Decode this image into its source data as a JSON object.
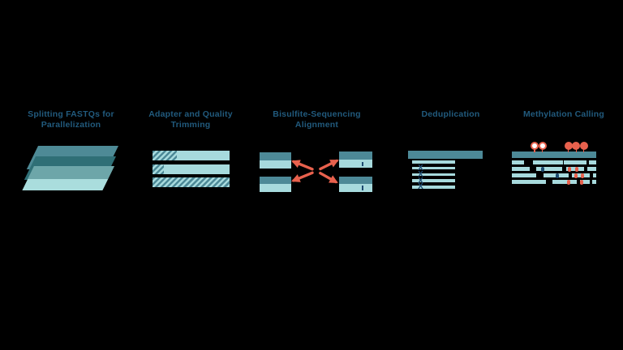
{
  "background_color": "#000000",
  "palette": {
    "title_blue": "#215a7d",
    "dark_teal": "#4d8997",
    "light_teal": "#a7dadd",
    "overlap_teal": "#2f6f76",
    "pale_teal": "#aadddd",
    "accent_red": "#e8614d",
    "navy": "#1d4a70"
  },
  "stages": [
    {
      "lines": [
        "Splitting FASTQs for",
        "Parallelization"
      ]
    },
    {
      "lines": [
        "Adapter and Quality",
        "Trimming"
      ]
    },
    {
      "lines": [
        "Bisulfite-Sequencing",
        "Alignment"
      ]
    },
    {
      "lines": [
        "Deduplication"
      ]
    },
    {
      "lines": [
        "Methylation Calling"
      ]
    }
  ],
  "split": {
    "sheet_count": 3
  },
  "trim": {
    "bars": [
      {
        "hatch_percent": 32
      },
      {
        "hatch_percent": 15
      },
      {
        "hatch_percent": 100
      }
    ]
  },
  "align": {
    "read_pair_count": 2,
    "mismatch_ticks_on_right_reads": 2
  },
  "dedup": {
    "read_count": 5,
    "duplicate_rows": [
      1,
      2,
      3,
      4
    ],
    "duplicate_symbol": "X"
  },
  "methylation": {
    "sites": [
      {
        "x": 31,
        "state": "unmethylated"
      },
      {
        "x": 40.7,
        "state": "unmethylated"
      },
      {
        "x": 72.7,
        "state": "methylated"
      },
      {
        "x": 82.3,
        "state": "methylated"
      },
      {
        "x": 91.7,
        "state": "methylated"
      }
    ],
    "reads": [
      {
        "segments": [
          [
            2.7,
            15.6
          ],
          [
            29.3,
            36.7
          ],
          [
            67.3,
            27.7
          ],
          [
            98.3,
            8.4
          ]
        ],
        "dots": []
      },
      {
        "segments": [
          [
            2.7,
            22.3
          ],
          [
            32.7,
            32.3
          ],
          [
            70,
            21.7
          ],
          [
            96,
            10.7
          ]
        ],
        "dots": [
          {
            "x": 41.3,
            "state": "unmethylated"
          },
          {
            "x": 74.3,
            "state": "methylated"
          },
          {
            "x": 83.3,
            "state": "methylated"
          }
        ]
      },
      {
        "segments": [
          [
            2.7,
            30.6
          ],
          [
            41.7,
            31
          ],
          [
            77.3,
            22
          ],
          [
            102.7,
            4
          ]
        ],
        "dots": [
          {
            "x": 59.3,
            "state": "unmethylated"
          },
          {
            "x": 81.7,
            "state": "methylated"
          },
          {
            "x": 90,
            "state": "methylated"
          }
        ]
      },
      {
        "segments": [
          [
            2.7,
            42.3
          ],
          [
            52.7,
            30
          ],
          [
            86.7,
            12.6
          ],
          [
            101.7,
            5
          ]
        ],
        "dots": [
          {
            "x": 73.3,
            "state": "methylated"
          },
          {
            "x": 89,
            "state": "methylated"
          }
        ]
      }
    ]
  }
}
